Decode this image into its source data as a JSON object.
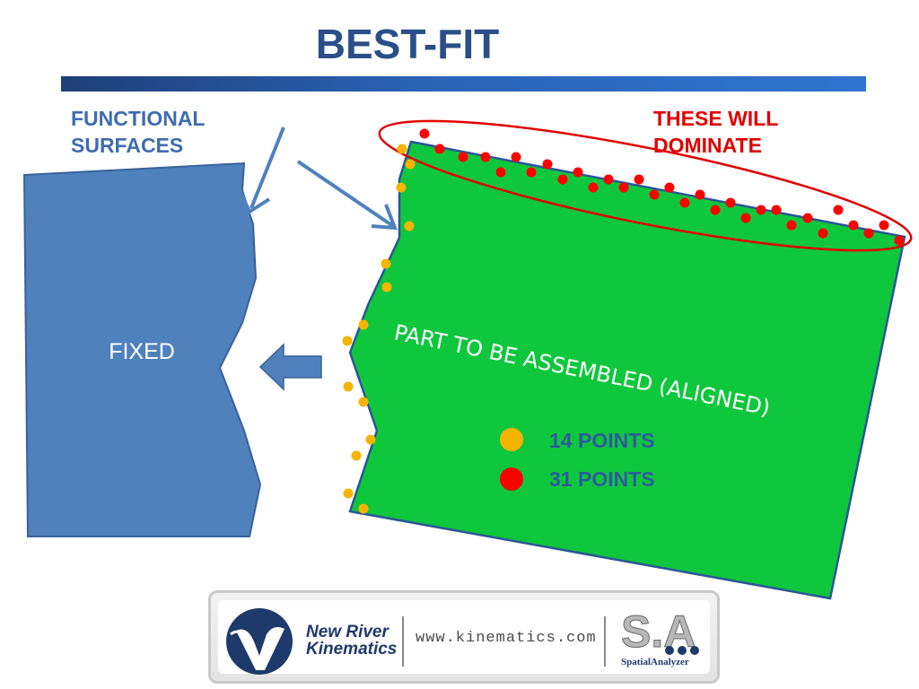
{
  "title": "BEST-FIT",
  "labels": {
    "functional_surfaces_line1": "FUNCTIONAL",
    "functional_surfaces_line2": "SURFACES",
    "dominate_line1": "THESE WILL",
    "dominate_line2": "DOMINATE",
    "fixed": "FIXED",
    "part": "PART TO BE ASSEMBLED (ALIGNED)"
  },
  "legend": [
    {
      "label": "14 POINTS",
      "color": "#f5b400"
    },
    {
      "label": "31 POINTS",
      "color": "#ff0000"
    }
  ],
  "colors": {
    "fixed_fill": "#4f81bd",
    "part_fill": "#0fc73d",
    "arrow": "#4f81bd",
    "highlight_ellipse": "#e00000"
  },
  "footer": {
    "company_line1": "New River",
    "company_line2": "Kinematics",
    "website": "www.kinematics.com",
    "product_mark": "S.A",
    "product_line": "SpatialAnalyzer"
  },
  "icons": [
    "nrk-logo-icon",
    "spatial-analyzer-logo-icon"
  ]
}
